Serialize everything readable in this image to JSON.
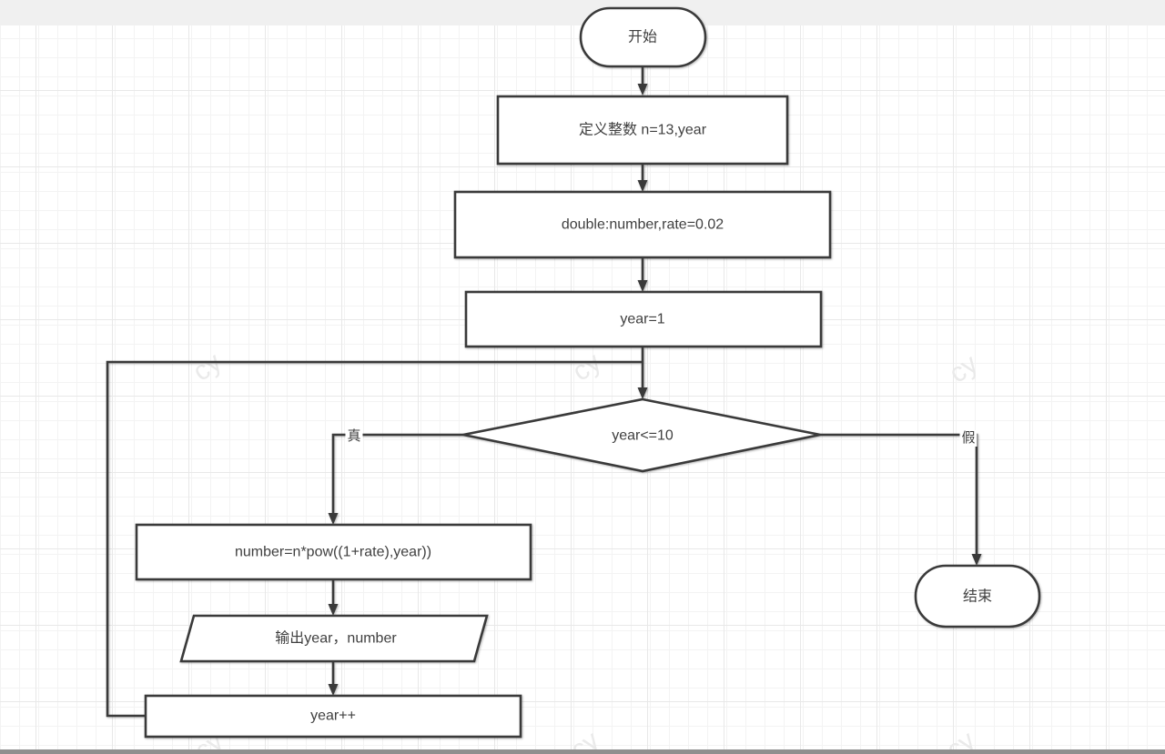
{
  "canvas": {
    "watermark_text": "cy",
    "colors": {
      "stroke": "#3a3a3a",
      "text": "#3f3f3f",
      "top_band": "#f0f0f0",
      "grid_minor": "#f3f3f3",
      "grid_major": "#e8e8e8",
      "bottom_bar": "#8f8f8f",
      "shape_fill": "#ffffff"
    }
  },
  "flowchart": {
    "nodes": [
      {
        "id": "start",
        "type": "terminator",
        "label": "开始"
      },
      {
        "id": "declare-int",
        "type": "process",
        "label": "定义整数 n=13,year"
      },
      {
        "id": "declare-double",
        "type": "process",
        "label": "double:number,rate=0.02"
      },
      {
        "id": "init-year",
        "type": "process",
        "label": "year=1"
      },
      {
        "id": "loop-condition",
        "type": "decision",
        "label": "year<=10"
      },
      {
        "id": "compute-number",
        "type": "process",
        "label": "number=n*pow((1+rate),year))"
      },
      {
        "id": "output",
        "type": "io",
        "label": "输出year，number"
      },
      {
        "id": "increment-year",
        "type": "process",
        "label": "year++"
      },
      {
        "id": "end",
        "type": "terminator",
        "label": "结束"
      }
    ],
    "edge_labels": {
      "true_branch": "真",
      "false_branch": "假"
    }
  }
}
